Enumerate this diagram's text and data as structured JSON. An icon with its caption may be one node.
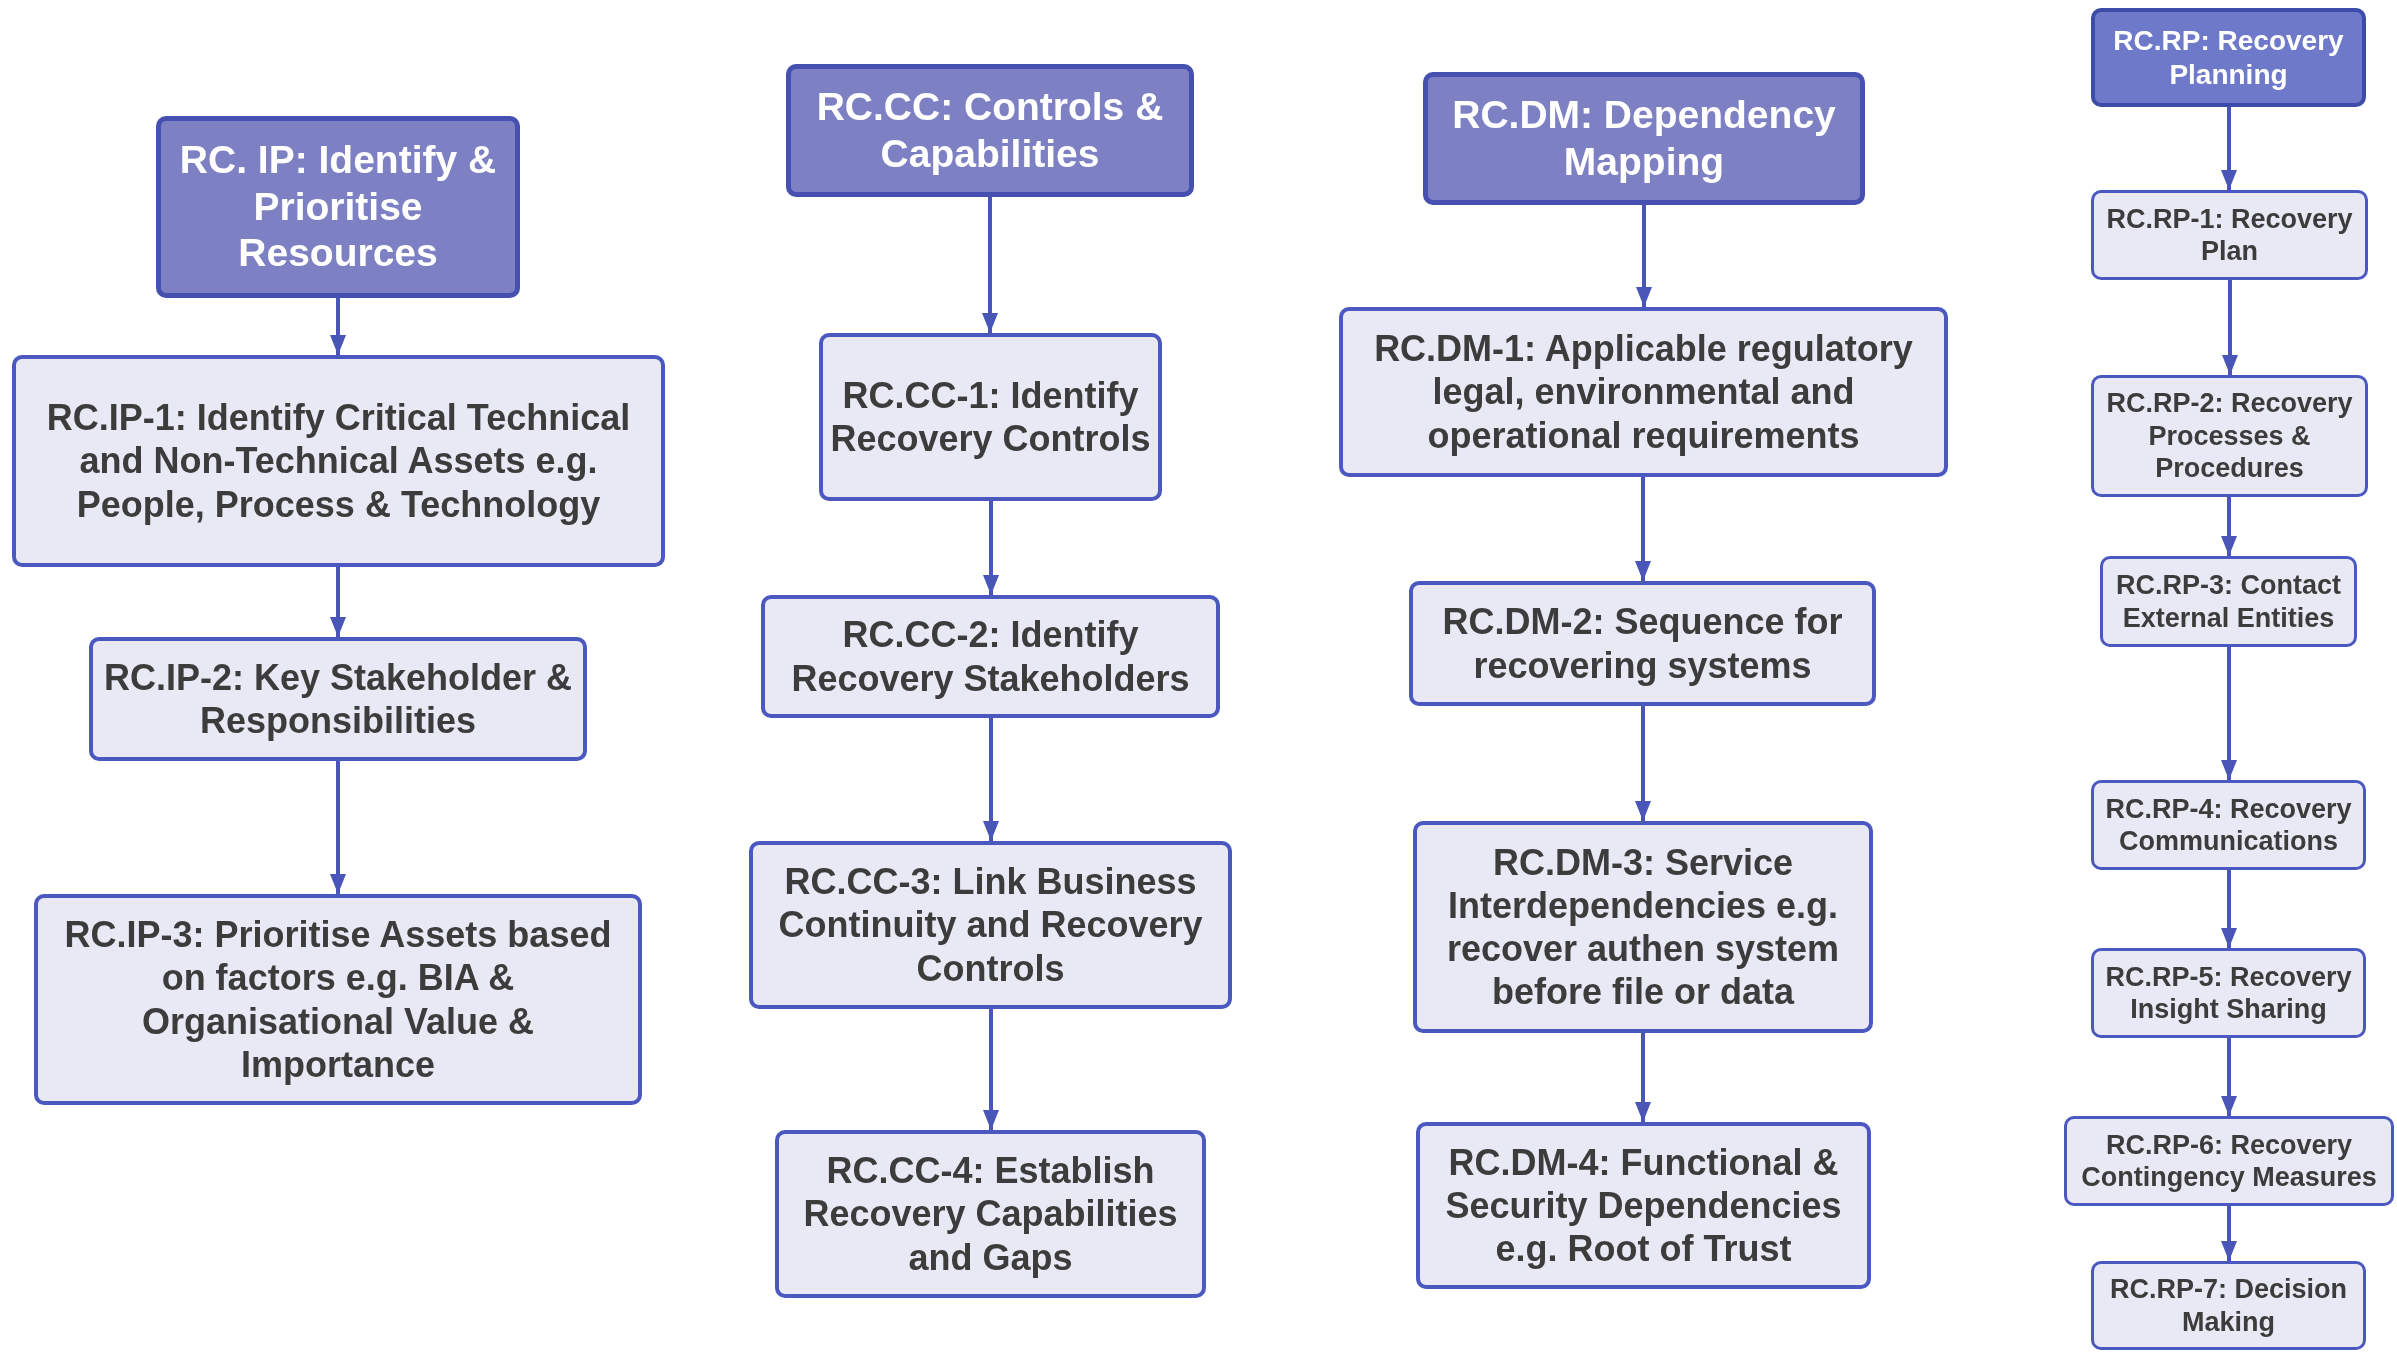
{
  "diagram": {
    "nodes": [
      {
        "text": [
          "RC. IP: Identify & Prioritise Resources"
        ]
      },
      {
        "text": [
          "RC.IP-1: Identify Critical Technical and Non-Technical Assets e.g. People, Process & Technology"
        ]
      },
      {
        "text": [
          "RC.IP-2: Key Stakeholder & Responsibilities"
        ]
      },
      {
        "text": [
          "RC.IP-3: Prioritise Assets based on factors e.g. BIA & Organisational Value & Importance"
        ]
      },
      {
        "text": [
          "RC.CC: Controls & Capabilities"
        ]
      },
      {
        "text": [
          "RC.CC-1: Identify Recovery Controls"
        ]
      },
      {
        "text": [
          "RC.CC-2: Identify Recovery Stakeholders"
        ]
      },
      {
        "text": [
          "RC.CC-3: Link Business Continuity and Recovery Controls"
        ]
      },
      {
        "text": [
          "RC.CC-4: Establish Recovery Capabilities and Gaps"
        ]
      },
      {
        "text": [
          "RC.DM: Dependency Mapping"
        ]
      },
      {
        "text": [
          "RC.DM-1: Applicable regulatory legal, environmental and operational requirements"
        ]
      },
      {
        "text": [
          "RC.DM-2: Sequence for recovering systems"
        ]
      },
      {
        "text": [
          "RC.DM-3: Service Interdependencies e.g. recover authen system before file or data"
        ]
      },
      {
        "text": [
          "RC.DM-4: Functional & Security Dependencies e.g. Root of Trust"
        ]
      },
      {
        "text": [
          "RC.RP: Recovery Planning"
        ]
      },
      {
        "text": [
          "RC.RP-1: Recovery Plan"
        ]
      },
      {
        "text": [
          "RC.RP-2: Recovery Processes & Procedures"
        ]
      },
      {
        "text": [
          "RC.RP-3: Contact External Entities"
        ]
      },
      {
        "text": [
          "RC.RP-4: Recovery Communications"
        ]
      },
      {
        "text": [
          "RC.RP-5: Recovery Insight Sharing"
        ]
      },
      {
        "text": [
          "RC.RP-6: Recovery Contingency Measures"
        ]
      },
      {
        "text": [
          "RC.RP-7: Decision Making"
        ]
      }
    ],
    "edges": [
      {
        "from": 0,
        "to": 1,
        "arrow": "to"
      },
      {
        "from": 1,
        "to": 2,
        "arrow": "to"
      },
      {
        "from": 2,
        "to": 3,
        "arrow": "to"
      },
      {
        "from": 4,
        "to": 5,
        "arrow": "to"
      },
      {
        "from": 5,
        "to": 6,
        "arrow": "to"
      },
      {
        "from": 6,
        "to": 7,
        "arrow": "to"
      },
      {
        "from": 7,
        "to": 8,
        "arrow": "to"
      },
      {
        "from": 9,
        "to": 10,
        "arrow": "to"
      },
      {
        "from": 10,
        "to": 11,
        "arrow": "to"
      },
      {
        "from": 11,
        "to": 12,
        "arrow": "to"
      },
      {
        "from": 12,
        "to": 13,
        "arrow": "to"
      },
      {
        "from": 14,
        "to": 15,
        "arrow": "to"
      },
      {
        "from": 15,
        "to": 16,
        "arrow": "to"
      },
      {
        "from": 16,
        "to": 17,
        "arrow": "to"
      },
      {
        "from": 17,
        "to": 18,
        "arrow": "to"
      },
      {
        "from": 18,
        "to": 19,
        "arrow": "to"
      },
      {
        "from": 19,
        "to": 20,
        "arrow": "to"
      },
      {
        "from": 20,
        "to": 21,
        "arrow": "to"
      }
    ]
  }
}
